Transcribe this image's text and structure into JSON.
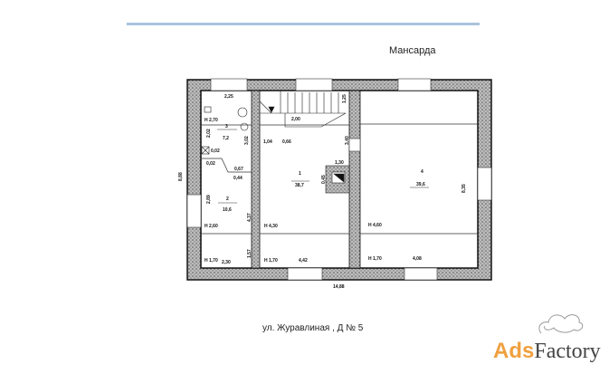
{
  "header": {
    "title": "Мансарда"
  },
  "footer": {
    "address": "ул. Журавлиная , Д № 5"
  },
  "logo": {
    "part1": "Ads",
    "part2": "Factory"
  },
  "dimensions": {
    "overall_width": "14,88",
    "overall_depth": "8,88",
    "right_depth": "8,35"
  },
  "rooms": [
    {
      "number": "3",
      "area": "7,2",
      "height": "H 2,70",
      "labels": [
        "2,25",
        "2,02",
        "3,02",
        "0,02",
        "0,02",
        "0,67",
        "0,44"
      ]
    },
    {
      "number": "2",
      "area": "10,6",
      "height": "H 2,60",
      "low_height": "H 1,70",
      "labels": [
        "2,89",
        "4,37",
        "2,30",
        "1,57"
      ]
    },
    {
      "number": "1",
      "area": "38,7",
      "height": "H 4,30",
      "low_height": "H 1,70",
      "labels": [
        "1,04",
        "0,66",
        "2,00",
        "1,25",
        "1,30",
        "0,45",
        "3,40",
        "4,42"
      ]
    },
    {
      "number": "4",
      "area": "39,6",
      "height": "H 4,60",
      "low_height": "H 1,70",
      "labels": [
        "4,08"
      ]
    }
  ],
  "colors": {
    "wall": "#8a8a8a",
    "accent_line": "#a9c3dd",
    "logo_orange": "#f0a040"
  }
}
